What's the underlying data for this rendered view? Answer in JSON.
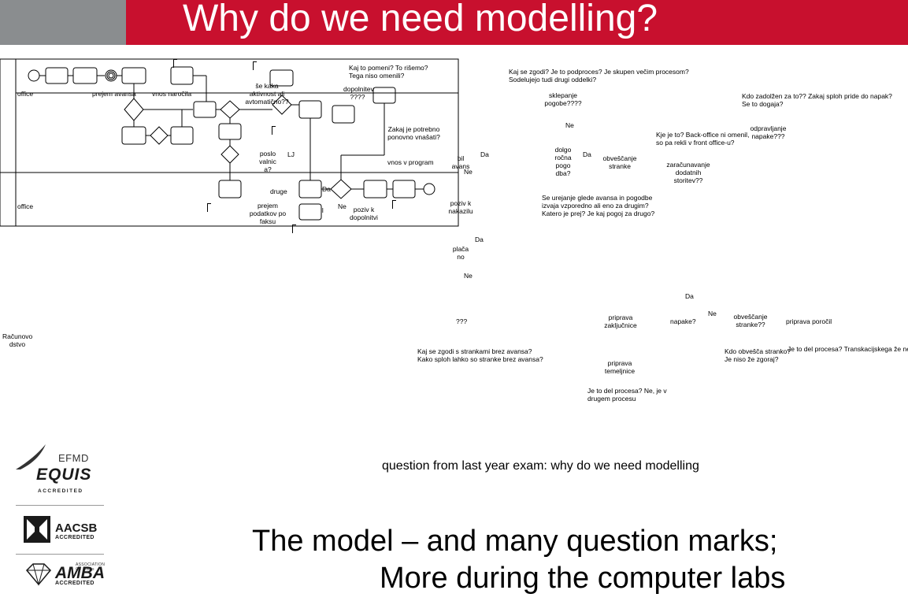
{
  "slide": {
    "title": "Why do we need modelling?",
    "caption": "question from last year exam: why do we need modelling",
    "statement_line1": "The model – and many question marks;",
    "statement_line2": "More during the computer labs"
  },
  "colors": {
    "header_red": "#c8102e",
    "header_grey": "#8a8d8f"
  },
  "diagram": {
    "lane_labels": {
      "lane1": "office",
      "lane2": "office",
      "lane3": "Računovo dstvo"
    },
    "tasks": {
      "prejem_avansa": "prejem avansa",
      "vnos_narocila": "vnos naročila",
      "se_kaka": "še kaka aktivnost ali avtomatično??",
      "poslo_valnica": "poslo valnic a?",
      "lj": "LJ",
      "druge": "druge",
      "prejem_podatkov": "prejem podatkov po faksu",
      "il": "il",
      "poziv_dopolnitvi": "poziv k dopolnitvi",
      "vnos_program": "vnos v program"
    },
    "notes": {
      "kaj_pomeni": "Kaj to pomeni? To rišemo? Tega niso omenili?",
      "dopolnitev": "dopolnitev ????",
      "zakaj_potrebno": "Zakaj je potrebno ponovno vnašati?",
      "kaj_zgodi": "Kaj se zgodi? Je to podproces? Je skupen večim procesom? Sodelujejo tudi drugi oddelki?",
      "sklepanje": "sklepanje pogobe????",
      "kdo_zadolzen": "Kdo zadolžen za to?? Zakaj sploh pride do napak? Se to dogaja?",
      "kje_je": "Kje je to? Back-office ni omenil, so pa rekli v front office-u?",
      "odpravljanje": "odpravljanje napake???",
      "dolgorocna": "dolgo ročna pogo dba?",
      "obvescanje1": "obveščanje stranke",
      "zaracunavanje": "zaračunavanje dodatnih storitev??",
      "bil_avans": "bil avans",
      "urejanje": "Se urejanje glede avansa in pogodbe izvaja vzporedno ali eno za drugim? Katero je prej? Je kaj pogoj za drugo?",
      "poziv_nakazilu": "poziv k nakazilu",
      "placano": "plača no",
      "q3": "???",
      "priprava_zakljucnice": "priprava zaključnice",
      "napake": "napake?",
      "obvescanje2": "obveščanje stranke??",
      "priprava_porocil": "priprava poročil",
      "kaj_se_zgodi_brez": "Kaj se zgodi s strankami brez avansa? Kako sploh lahko so stranke brez avansa?",
      "kdo_obvesca": "Kdo obvešča stranko? Je niso že zgoraj?",
      "je_to_del": "Je to del procesa? Transkacijskega že ne",
      "priprava_temeljnice": "priprava temeljnice",
      "je_to_del2": "Je to del procesa? Ne, je v drugem procesu"
    },
    "answers": {
      "da": "Da",
      "ne": "Ne"
    }
  },
  "logos": {
    "efmd": "EFMD",
    "equis": "EQUIS",
    "equis_accredited": "ACCREDITED",
    "aacsb": "AACSB",
    "aacsb_accredited": "ACCREDITED",
    "amba_assoc": "ASSOCIATION OF MBAs",
    "amba": "AMBA",
    "amba_accredited": "ACCREDITED"
  }
}
